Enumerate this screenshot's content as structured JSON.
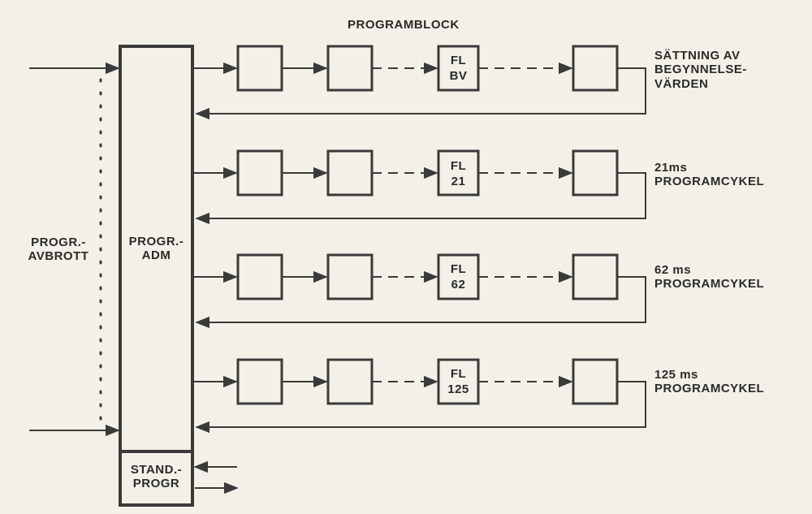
{
  "header": {
    "title": "PROGRAMBLOCK"
  },
  "admin": {
    "label_line1": "PROGR.-",
    "label_line2": "ADM"
  },
  "interrupt": {
    "label_line1": "PROGR.-",
    "label_line2": "AVBROTT"
  },
  "standby": {
    "label_line1": "STAND.-",
    "label_line2": "PROGR"
  },
  "rows": [
    {
      "block_line1": "FL",
      "block_line2": "BV",
      "desc_line1": "SÄTTNING AV",
      "desc_line2": "BEGYNNELSE-",
      "desc_line3": "VÄRDEN"
    },
    {
      "block_line1": "FL",
      "block_line2": "21",
      "desc_line1": "21ms",
      "desc_line2": "PROGRAMCYKEL"
    },
    {
      "block_line1": "FL",
      "block_line2": "62",
      "desc_line1": "62 ms",
      "desc_line2": "PROGRAMCYKEL"
    },
    {
      "block_line1": "FL",
      "block_line2": "125",
      "desc_line1": "125 ms",
      "desc_line2": "PROGRAMCYKEL"
    }
  ],
  "colors": {
    "ink": "#3a3a3a",
    "paper": "#f3f0e8"
  }
}
